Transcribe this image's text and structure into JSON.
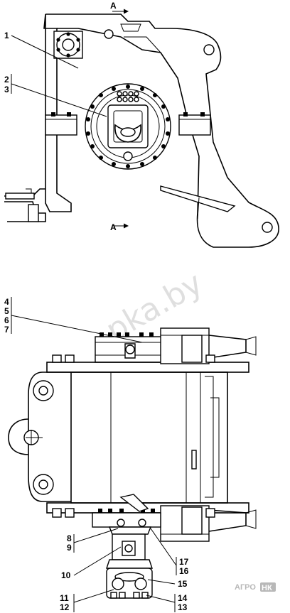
{
  "section": {
    "top_mark": "А",
    "bottom_mark": "А"
  },
  "callouts": [
    "1",
    "2",
    "3",
    "4",
    "5",
    "6",
    "7",
    "8",
    "9",
    "10",
    "11",
    "12",
    "13",
    "14",
    "15",
    "16",
    "17"
  ],
  "watermark": "pka.by",
  "logo": {
    "text_left": "АГРО",
    "text_right": "НК"
  }
}
